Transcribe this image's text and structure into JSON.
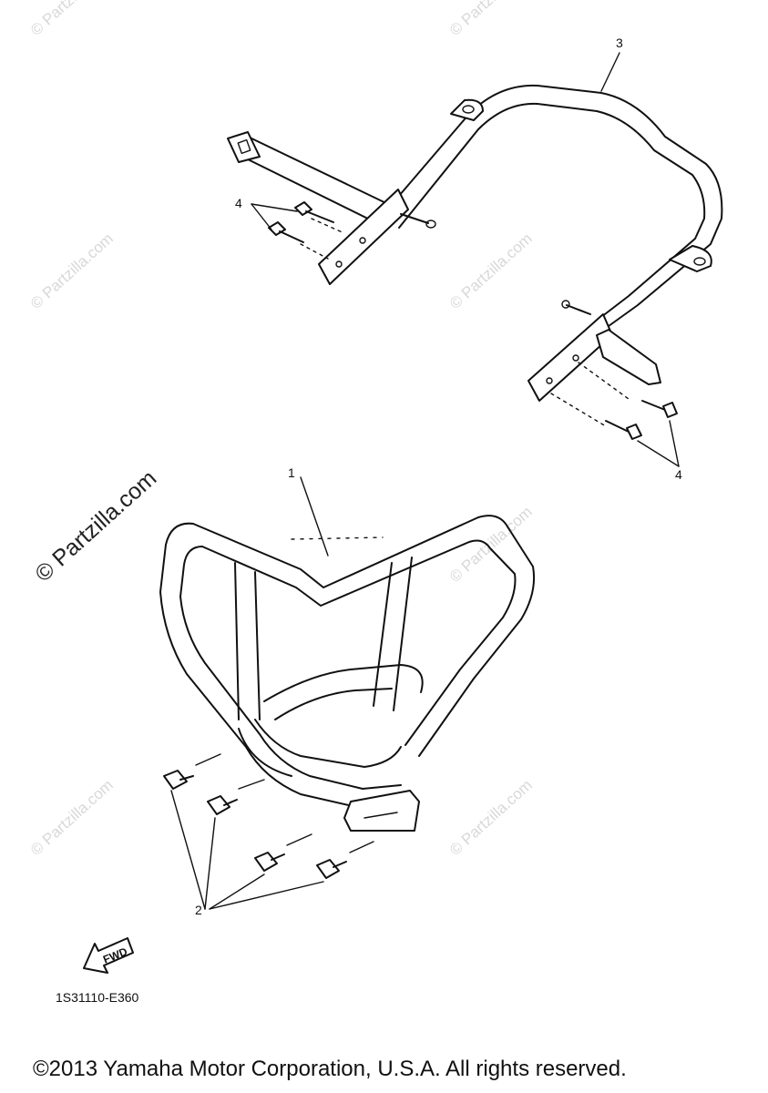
{
  "diagram": {
    "callouts": [
      "1",
      "2",
      "3",
      "4",
      "4"
    ],
    "fwd_label": "FWD",
    "part_code": "1S31110-E360"
  },
  "watermark": {
    "text": "© Partzilla.com"
  },
  "footer": {
    "copyright": "©2013 Yamaha Motor Corporation, U.S.A. All rights reserved."
  }
}
